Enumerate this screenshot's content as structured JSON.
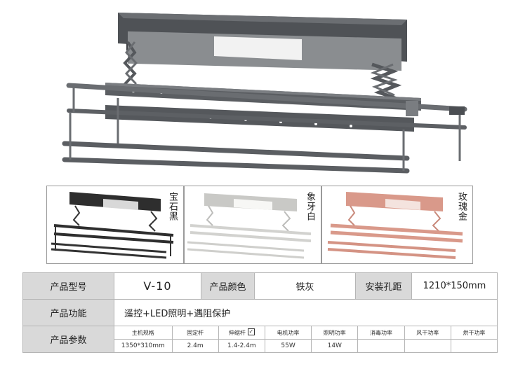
{
  "variants": [
    {
      "label": "宝石黑"
    },
    {
      "label": "象牙白"
    },
    {
      "label": "玫瑰金"
    }
  ],
  "spec": {
    "model_label": "产品型号",
    "model_value": "V-10",
    "color_label": "产品颜色",
    "color_value": "铁灰",
    "hole_label": "安装孔距",
    "hole_value": "1210*150mm",
    "function_label": "产品功能",
    "function_value": "遥控+LED照明+遇阻保护",
    "params_label": "产品参数",
    "params": [
      {
        "name": "主机规格",
        "value": "1350*310mm"
      },
      {
        "name": "固定杆",
        "value": "2.4m"
      },
      {
        "name": "伸缩杆",
        "value": "1.4-2.4m"
      },
      {
        "name": "电机功率",
        "value": "55W"
      },
      {
        "name": "照明功率",
        "value": "14W"
      },
      {
        "name": "消毒功率",
        "value": ""
      },
      {
        "name": "风干功率",
        "value": ""
      },
      {
        "name": "烘干功率",
        "value": ""
      }
    ]
  },
  "colors": {
    "header_bg": "#d9d9d9",
    "iron_gray": "#5b5e62",
    "ivory": "#e6e6e3",
    "rose_gold": "#d9998a",
    "black": "#2e2e2e"
  }
}
